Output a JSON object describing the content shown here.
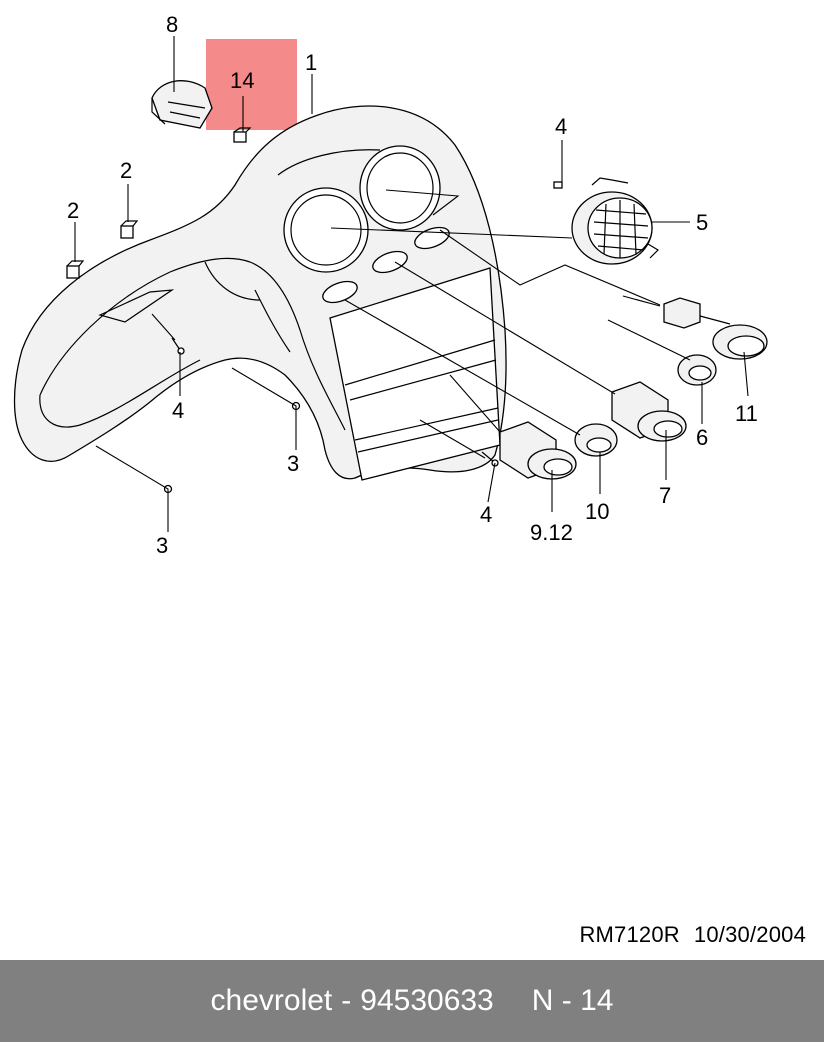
{
  "diagram": {
    "callouts": {
      "c1": "1",
      "c2a": "2",
      "c2b": "2",
      "c3a": "3",
      "c3b": "3",
      "c4a": "4",
      "c4b": "4",
      "c4c": "4",
      "c5": "5",
      "c6": "6",
      "c7": "7",
      "c8": "8",
      "c912": "9.12",
      "c10": "10",
      "c11": "11",
      "c14": "14"
    },
    "highlight_color": "#f58a8a"
  },
  "reference": {
    "code": "RM7120R",
    "date": "10/30/2004"
  },
  "footer": {
    "brand": "chevrolet",
    "dash": "-",
    "part_number": "94530633",
    "position_label": "N - 14",
    "background": "#808080"
  }
}
